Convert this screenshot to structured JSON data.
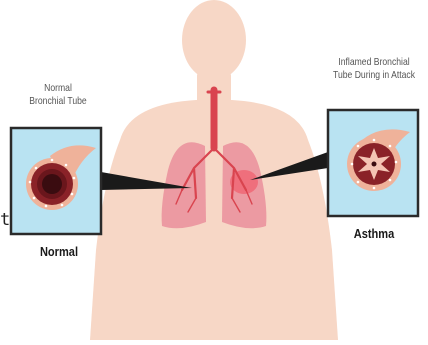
{
  "labels": {
    "normal_title_line1": "Normal",
    "normal_title_line2": "Bronchial Tube",
    "inflamed_title_line1": "Inflamed Bronchial",
    "inflamed_title_line2": "Tube During in Attack",
    "normal_caption": "Normal",
    "asthma_caption": "Asthma",
    "stray_glyph": "t"
  },
  "colors": {
    "skin": "#f7d7c6",
    "lung": "#ec9aa2",
    "lung_highlight": "#ef6f7c",
    "trachea": "#d9444f",
    "inset_bg": "#b9e3f2",
    "inset_border": "#2a2a2a",
    "tube_outer": "#efb29a",
    "tube_wall": "#8a2228"
  }
}
